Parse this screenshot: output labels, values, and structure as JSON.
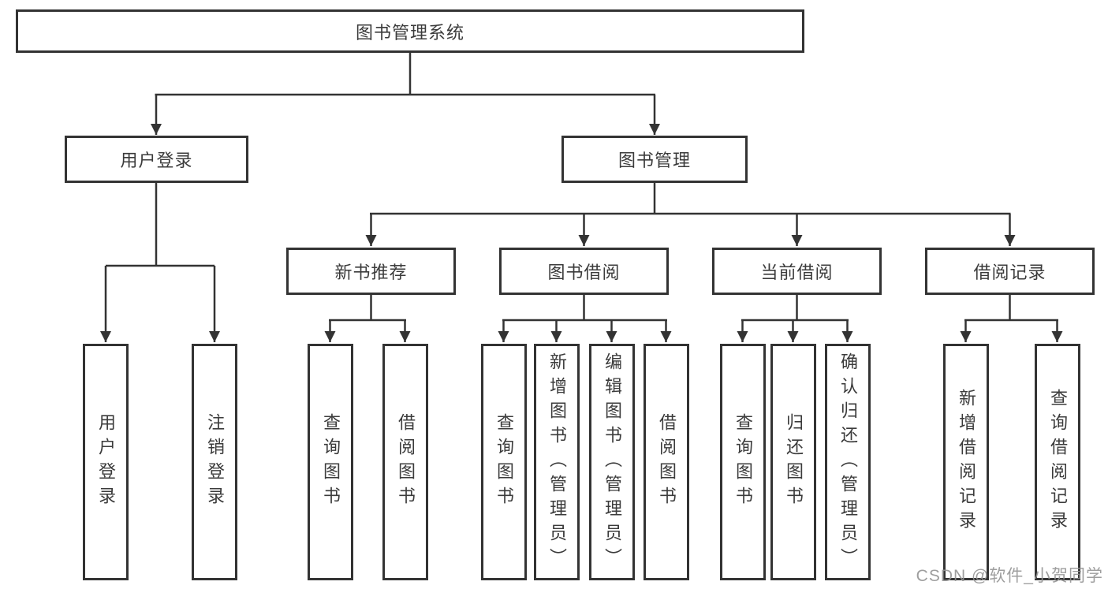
{
  "diagram": {
    "type": "hierarchy",
    "tree": {
      "label": "图书管理系统",
      "children": [
        {
          "label": "用户登录",
          "children": [
            {
              "label": "用户登录"
            },
            {
              "label": "注销登录"
            }
          ]
        },
        {
          "label": "图书管理",
          "children": [
            {
              "label": "新书推荐",
              "children": [
                {
                  "label": "查询图书"
                },
                {
                  "label": "借阅图书"
                }
              ]
            },
            {
              "label": "图书借阅",
              "children": [
                {
                  "label": "查询图书"
                },
                {
                  "label": "新增图书（管理员）"
                },
                {
                  "label": "编辑图书（管理员）"
                },
                {
                  "label": "借阅图书"
                }
              ]
            },
            {
              "label": "当前借阅",
              "children": [
                {
                  "label": "查询图书"
                },
                {
                  "label": "归还图书"
                },
                {
                  "label": "确认归还（管理员）"
                }
              ]
            },
            {
              "label": "借阅记录",
              "children": [
                {
                  "label": "新增借阅记录"
                },
                {
                  "label": "查询借阅记录"
                }
              ]
            }
          ]
        }
      ]
    }
  },
  "watermark": {
    "text": "CSDN @软件_小贺同学"
  },
  "colors": {
    "line": "#333333",
    "box_border": "#333333",
    "text": "#3b3b3b",
    "watermark": "#949494",
    "background": "#ffffff"
  }
}
